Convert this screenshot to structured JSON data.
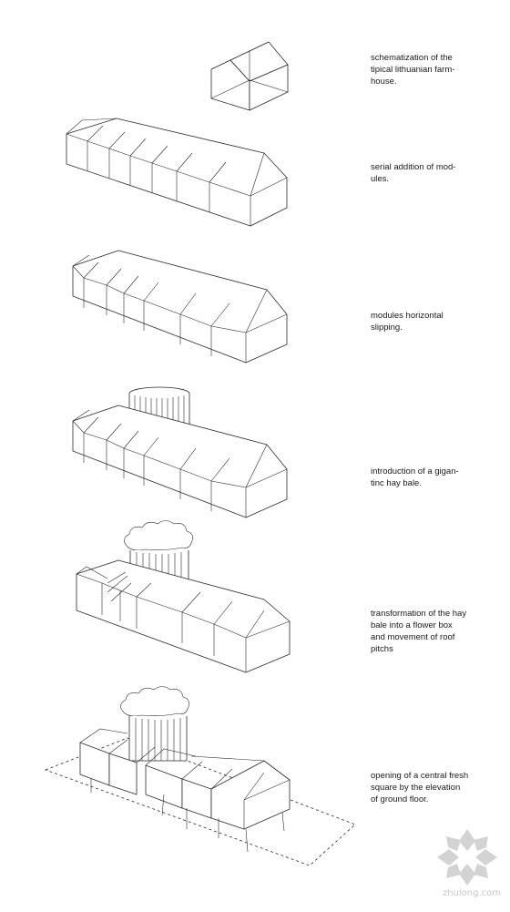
{
  "steps": [
    {
      "caption": "schematization of the\ntipical lithuanian farm-\nhouse."
    },
    {
      "caption": "serial addition of mod-\nules."
    },
    {
      "caption": "modules horizontal\nslipping."
    },
    {
      "caption": "introduction of a gigan-\ntinc  hay bale."
    },
    {
      "caption": "transformation of the hay\nbale into a flower box\nand movement of roof\npitchs"
    },
    {
      "caption": "opening of a central fresh\nsquare by the elevation\nof ground floor."
    }
  ],
  "watermark": {
    "text": "zhulong.com"
  }
}
